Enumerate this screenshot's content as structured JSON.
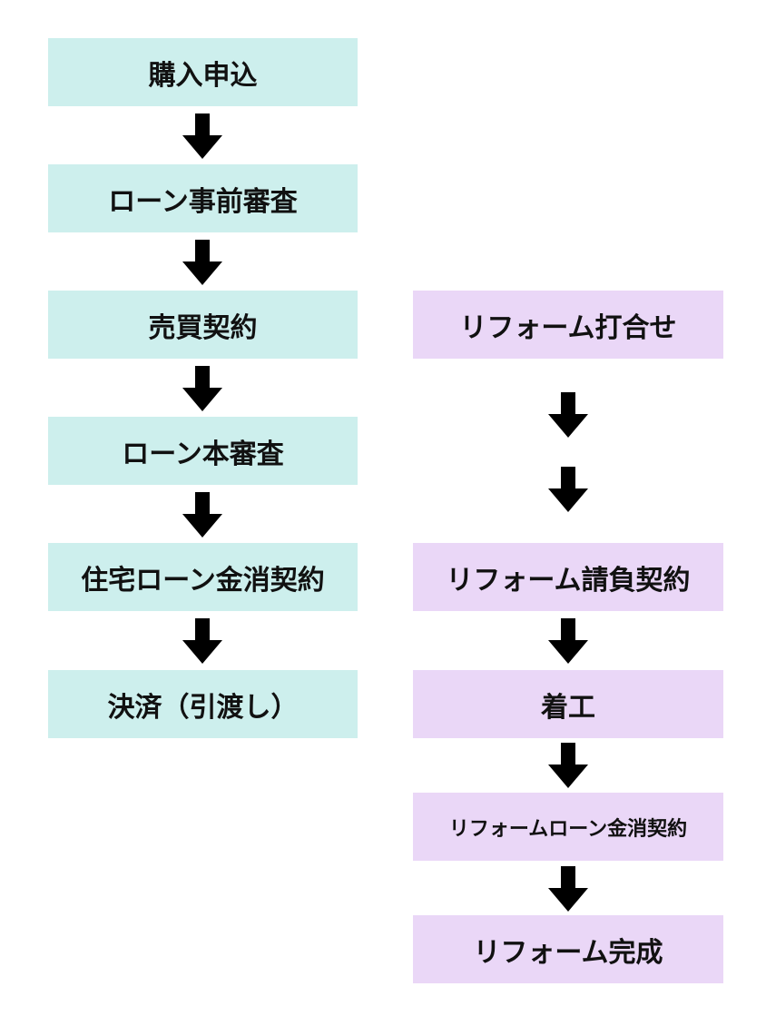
{
  "colors": {
    "left_fill": "#cdefed",
    "right_fill": "#ead7f7",
    "arrow": "#000000",
    "text": "#111111"
  },
  "left_steps": [
    {
      "label": "購入申込"
    },
    {
      "label": "ローン事前審査"
    },
    {
      "label": "売買契約"
    },
    {
      "label": "ローン本審査"
    },
    {
      "label": "住宅ローン金消契約"
    },
    {
      "label": "決済（引渡し）"
    }
  ],
  "right_steps": [
    {
      "label": "リフォーム打合せ"
    },
    {
      "label": "リフォーム請負契約"
    },
    {
      "label": "着工"
    },
    {
      "label": "リフォームローン金消契約"
    },
    {
      "label": "リフォーム完成"
    }
  ],
  "arrow_icon": "down-arrow-icon"
}
